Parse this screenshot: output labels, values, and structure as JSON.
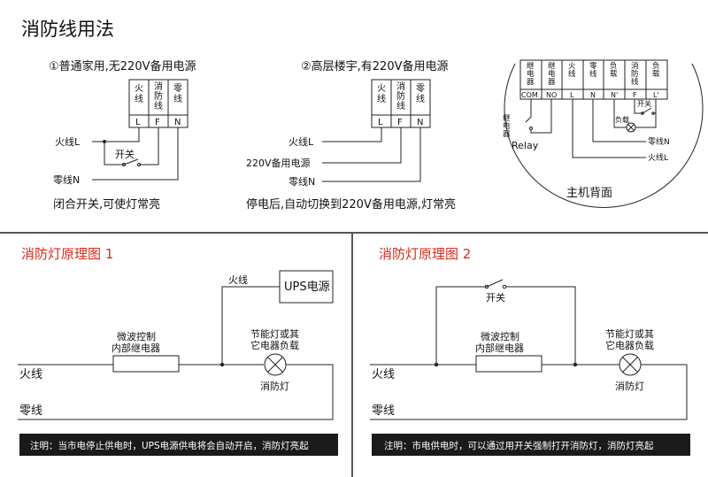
{
  "top": {
    "title": "消防线用法",
    "case1": {
      "heading": "①普通家用,无220V备用电源",
      "terminals": [
        {
          "name": "火\n线",
          "letter": "L"
        },
        {
          "name": "消\n防\n线",
          "letter": "F"
        },
        {
          "name": "零\n线",
          "letter": "N"
        }
      ],
      "fire_label": "火线L",
      "switch_label": "开关",
      "neutral_label": "零线N",
      "caption": "闭合开关,可使灯常亮"
    },
    "case2": {
      "heading": "②高层楼宇,有220V备用电源",
      "fire_label": "火线L",
      "backup_label": "220V备用电源",
      "neutral_label": "零线N",
      "caption": "停电后,自动切换到220V备用电源,灯常亮"
    },
    "back_panel": {
      "terminals": [
        {
          "name": "继\n电\n器",
          "letter": "COM"
        },
        {
          "name": "继\n电\n器",
          "letter": "NO"
        },
        {
          "name": "火\n线",
          "letter": "L"
        },
        {
          "name": "零\n线",
          "letter": "N"
        },
        {
          "name": "负\n载",
          "letter": "N'"
        },
        {
          "name": "消\n防\n线",
          "letter": "F"
        },
        {
          "name": "负\n载",
          "letter": "L'"
        }
      ],
      "relay_cn": "继\n电\n器",
      "relay_en": "Relay",
      "switch_label": "开关",
      "load_label": "负载",
      "neutral_label": "零线N",
      "fire_label": "火线L",
      "caption": "主机背面"
    }
  },
  "diagram1": {
    "title": "消防灯原理图 1",
    "fire_top_label": "火线",
    "ups_label": "UPS电源",
    "relay_label_1": "微波控制",
    "relay_label_2": "内部继电器",
    "load_label_1": "节能灯或其",
    "load_label_2": "它电器负载",
    "lamp_label": "消防灯",
    "fire_label": "火线",
    "neutral_label": "零线",
    "note": "注明：当市电停止供电时，UPS电源供电将会自动开启，消防灯亮起"
  },
  "diagram2": {
    "title": "消防灯原理图 2",
    "switch_label": "开关",
    "relay_label_1": "微波控制",
    "relay_label_2": "内部继电器",
    "load_label_1": "节能灯或其",
    "load_label_2": "它电器负载",
    "lamp_label": "消防灯",
    "fire_label": "火线",
    "neutral_label": "零线",
    "note": "注明：市电供电时，可以通过用开关强制打开消防灯，消防灯亮起"
  },
  "colors": {
    "accent": "#d42a1e",
    "note_bg": "#1a1a1a",
    "border": "#555555"
  }
}
